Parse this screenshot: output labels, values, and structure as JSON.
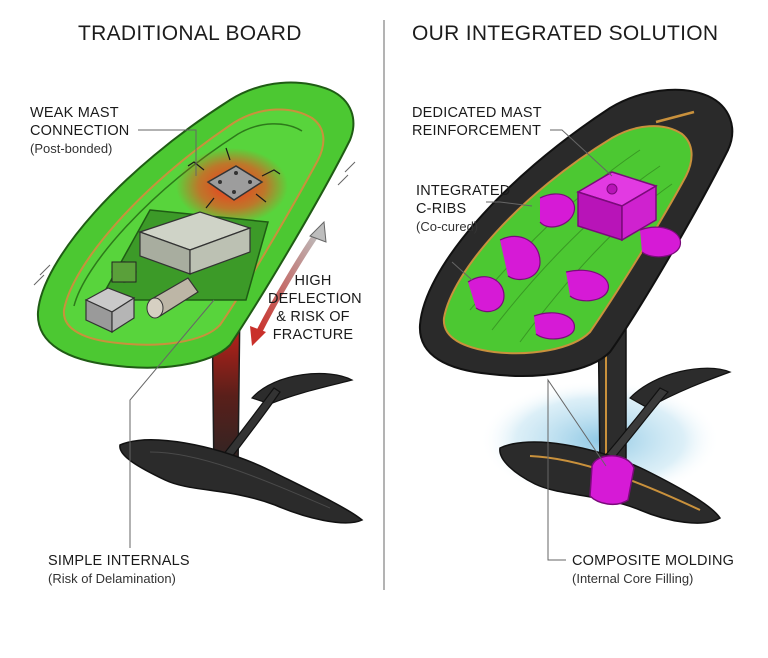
{
  "left_panel": {
    "title": "TRADITIONAL BOARD",
    "callouts": {
      "weak_mast": {
        "line1": "WEAK MAST",
        "line2": "CONNECTION",
        "sub": "(Post-bonded)"
      },
      "deflection": {
        "line1": "HIGH",
        "line2": "DEFLECTION",
        "line3": "& RISK OF",
        "line4": "FRACTURE"
      },
      "internals": {
        "line1": "SIMPLE INTERNALS",
        "sub": "(Risk of Delamination)"
      }
    }
  },
  "right_panel": {
    "title": "OUR INTEGRATED SOLUTION",
    "callouts": {
      "mast_reinforcement": {
        "line1": "DEDICATED MAST",
        "line2": "REINFORCEMENT"
      },
      "c_ribs": {
        "line1": "INTEGRATED",
        "line2": "C-RIBS",
        "sub": "(Co-cured)"
      },
      "molding": {
        "line1": "COMPOSITE MOLDING",
        "sub": "(Internal Core Filling)"
      }
    }
  },
  "colors": {
    "hull_green": "#4cc832",
    "carbon": "#2a2a2a",
    "rib_magenta": "#d61ad6",
    "stress_red": "#ff2a1a",
    "copper_trim": "#c9913c",
    "water_blue": "#a9d4ea"
  }
}
